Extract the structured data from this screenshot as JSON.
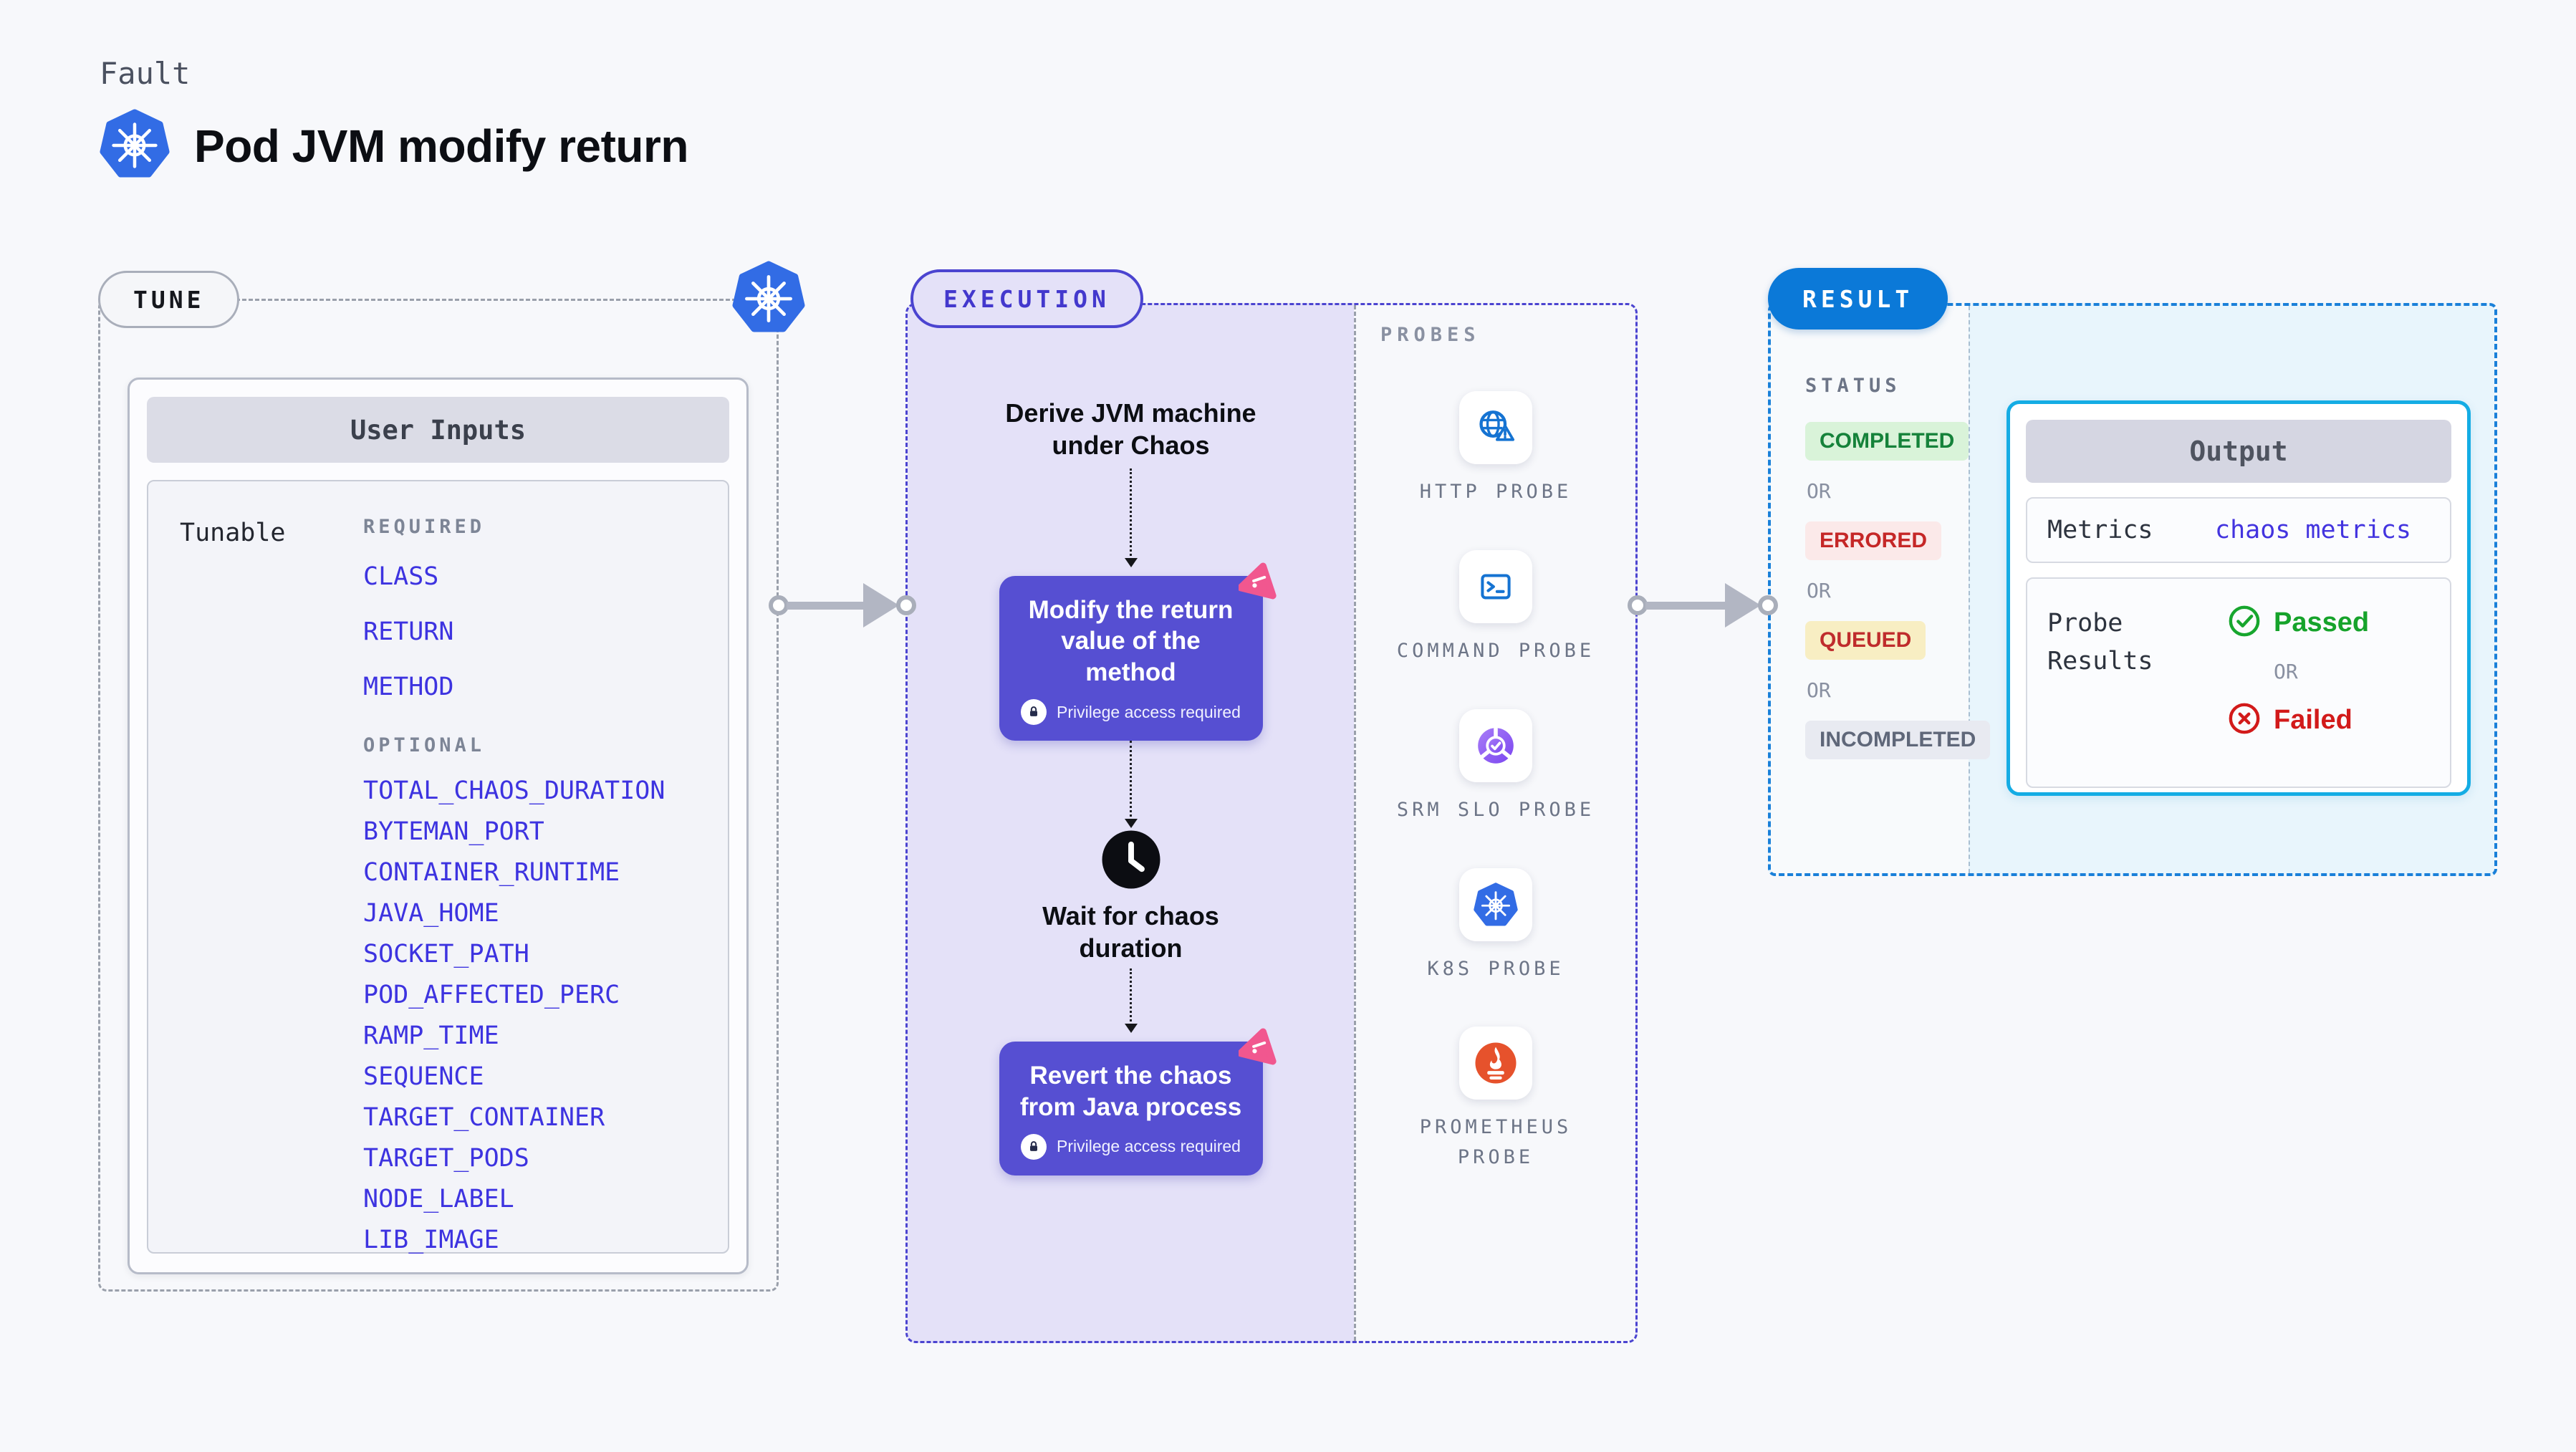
{
  "header": {
    "eyebrow": "Fault",
    "title": "Pod JVM modify return"
  },
  "tune": {
    "badge": "TUNE",
    "card_title": "User Inputs",
    "row_label": "Tunable",
    "required_label": "REQUIRED",
    "required": [
      "CLASS",
      "RETURN",
      "METHOD"
    ],
    "optional_label": "OPTIONAL",
    "optional": [
      "TOTAL_CHAOS_DURATION",
      "BYTEMAN_PORT",
      "CONTAINER_RUNTIME",
      "JAVA_HOME",
      "SOCKET_PATH",
      "POD_AFFECTED_PERC",
      "RAMP_TIME",
      "SEQUENCE",
      "TARGET_CONTAINER",
      "TARGET_PODS",
      "NODE_LABEL",
      "LIB_IMAGE"
    ]
  },
  "execution": {
    "badge": "EXECUTION",
    "derive_label": "Derive JVM machine under Chaos",
    "modify_label": "Modify the return value of the method",
    "wait_label": "Wait for chaos duration",
    "revert_label": "Revert the chaos from Java process",
    "privilege_label": "Privilege access required"
  },
  "probes": {
    "label": "PROBES",
    "items": [
      {
        "name": "HTTP PROBE",
        "icon": "http-probe-icon"
      },
      {
        "name": "COMMAND PROBE",
        "icon": "command-probe-icon"
      },
      {
        "name": "SRM SLO PROBE",
        "icon": "srm-slo-probe-icon"
      },
      {
        "name": "K8S PROBE",
        "icon": "k8s-probe-icon"
      },
      {
        "name": "PROMETHEUS PROBE",
        "icon": "prometheus-probe-icon"
      }
    ]
  },
  "result": {
    "badge": "RESULT",
    "status_label": "STATUS",
    "or_label": "OR",
    "statuses": [
      {
        "label": "COMPLETED",
        "fg": "#15823a",
        "bg": "#d9f3d9"
      },
      {
        "label": "ERRORED",
        "fg": "#c52727",
        "bg": "#fbe9e9"
      },
      {
        "label": "QUEUED",
        "fg": "#bf2c2c",
        "bg": "#f8eec3"
      },
      {
        "label": "INCOMPLETED",
        "fg": "#5f6779",
        "bg": "#e8eaf1"
      }
    ],
    "output": {
      "title": "Output",
      "metrics_label": "Metrics",
      "metrics_value": "chaos metrics",
      "probe_results_label": "Probe Results",
      "passed_label": "Passed",
      "or_label": "OR",
      "failed_label": "Failed"
    }
  },
  "colors": {
    "page_bg": "#f7f8fb",
    "kubernetes_blue": "#326ce5",
    "link_blue": "#3d33e0",
    "execution_dash": "#4b44d0",
    "execution_fill": "#e4e1f8",
    "action_box": "#564fd2",
    "spark_pink": "#f1578f",
    "probe_icon_blue": "#1573d2",
    "prometheus_orange": "#e6522c",
    "srm_purple": "#7b46f0",
    "result_dash": "#1a80d9",
    "result_badge": "#0b79d8",
    "result_fill": "#e8f5fc",
    "output_border": "#14ace4",
    "passed_green": "#16a32b",
    "failed_red": "#d21a1a"
  }
}
